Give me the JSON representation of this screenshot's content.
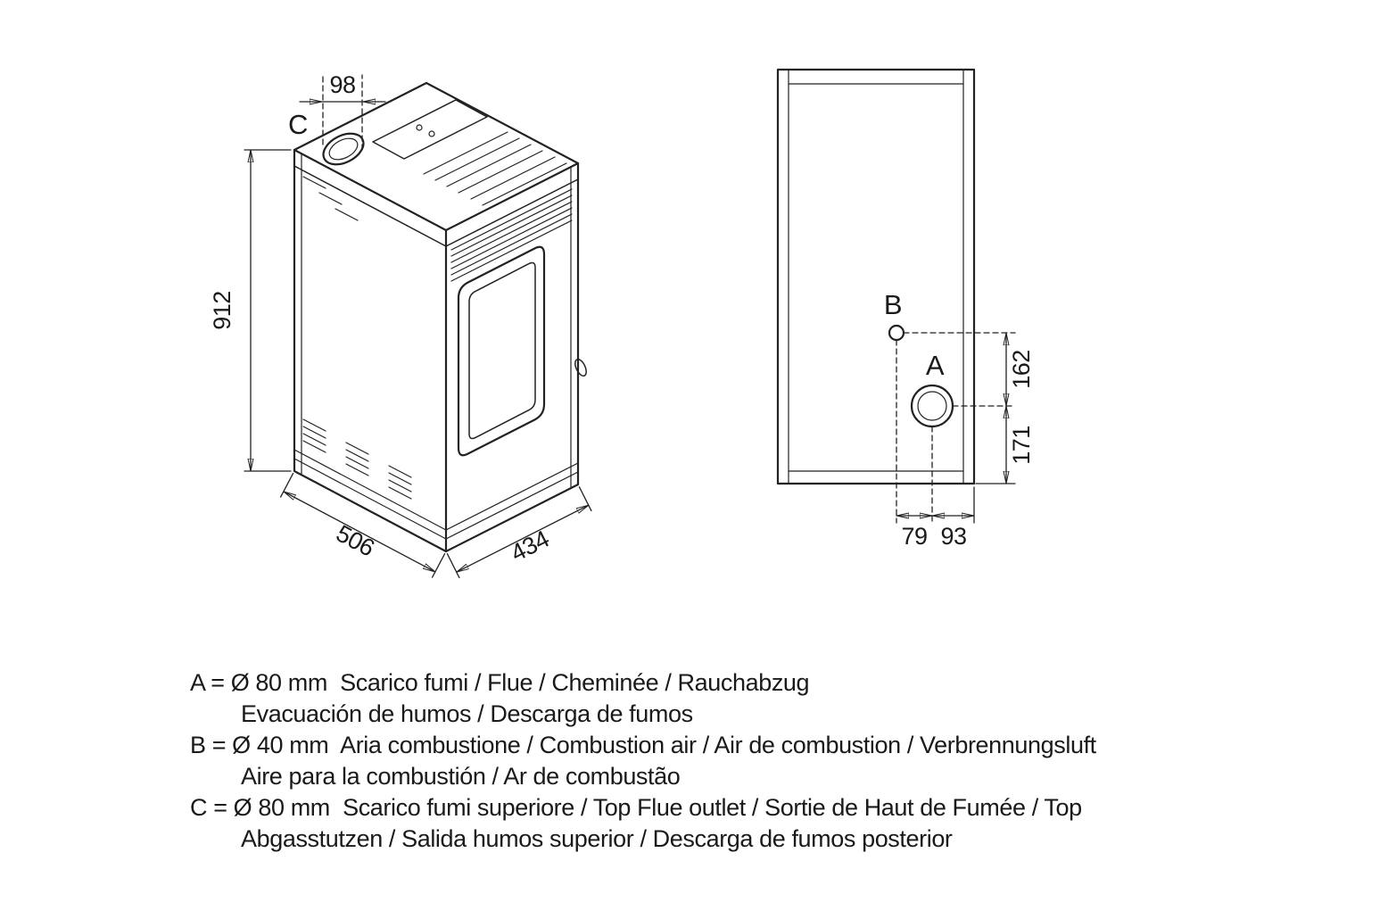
{
  "iso_view": {
    "label_c": "C",
    "dim_flue_offset": "98",
    "dim_height": "912",
    "dim_depth": "506",
    "dim_width": "434"
  },
  "rear_view": {
    "label_b": "B",
    "label_a": "A",
    "dim_b_to_a_vertical": "162",
    "dim_a_to_base": "171",
    "dim_b_to_a_horizontal": "79",
    "dim_a_to_side": "93"
  },
  "legend": {
    "lines": [
      {
        "text": "A = Ø 80 mm  Scarico fumi / Flue / Cheminée / Rauchabzug"
      },
      {
        "text": "Evacuación de humos / Descarga de fumos"
      },
      {
        "text": "B = Ø 40 mm  Aria combustione / Combustion air / Air de combustion / Verbrennungsluft"
      },
      {
        "text": "Aire para la combustión / Ar de combustão"
      },
      {
        "text": "C = Ø 80 mm  Scarico fumi superiore / Top Flue outlet / Sortie de Haut de Fumée / Top"
      },
      {
        "text": "Abgasstutzen / Salida humos superior / Descarga de fumos posterior"
      }
    ]
  },
  "colors": {
    "line": "#222222",
    "text": "#1a1a1a",
    "background": "#ffffff"
  }
}
